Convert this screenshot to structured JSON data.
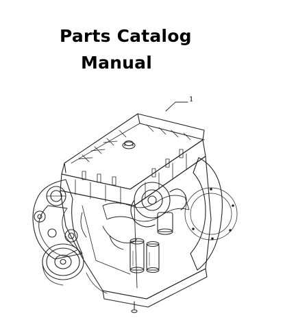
{
  "document": {
    "title_line_1": "Parts Catalog",
    "title_line_2": "Manual"
  },
  "figure": {
    "callout_number": "1",
    "subject_icon": "engine-line-drawing"
  }
}
